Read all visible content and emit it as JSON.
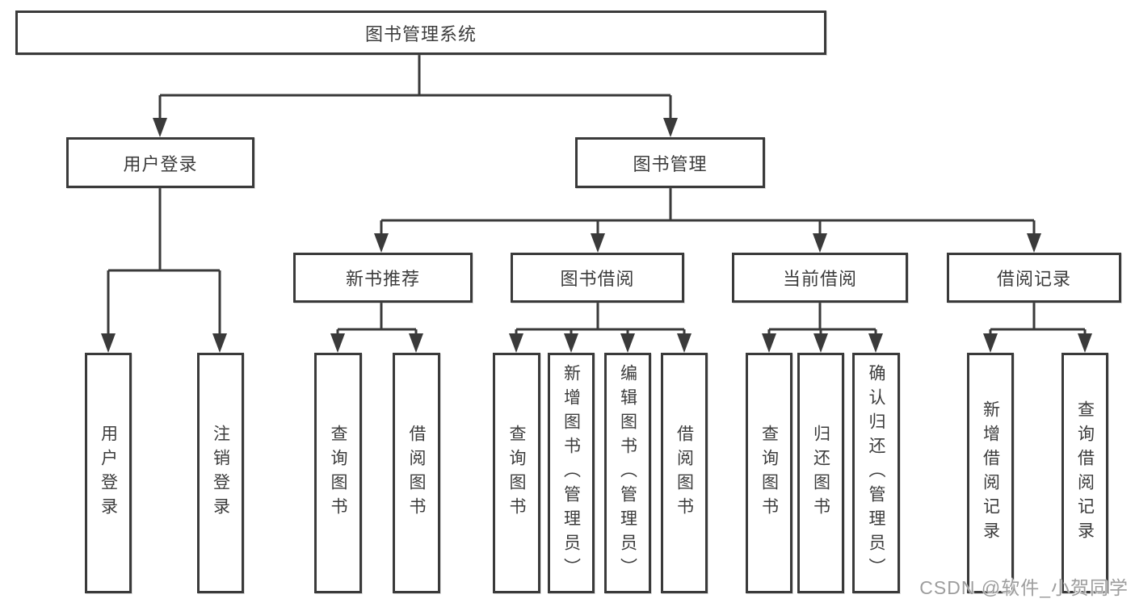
{
  "title": {
    "label": "图书管理系统"
  },
  "branches": [
    {
      "label": "用户登录",
      "leaves": [
        {
          "label": "用户登录"
        },
        {
          "label": "注销登录"
        }
      ]
    },
    {
      "label": "图书管理",
      "groups": [
        {
          "label": "新书推荐",
          "leaves": [
            {
              "label": "查询图书"
            },
            {
              "label": "借阅图书"
            }
          ]
        },
        {
          "label": "图书借阅",
          "leaves": [
            {
              "label": "查询图书"
            },
            {
              "label": "新增图书（管理员）"
            },
            {
              "label": "编辑图书（管理员）"
            },
            {
              "label": "借阅图书"
            }
          ]
        },
        {
          "label": "当前借阅",
          "leaves": [
            {
              "label": "查询图书"
            },
            {
              "label": "归还图书"
            },
            {
              "label": "确认归还（管理员）"
            }
          ]
        },
        {
          "label": "借阅记录",
          "leaves": [
            {
              "label": "新增借阅记录"
            },
            {
              "label": "查询借阅记录"
            }
          ]
        }
      ]
    }
  ],
  "watermark": {
    "text": "CSDN @软件_小贺同学"
  },
  "colors": {
    "line": "#3a3a3a",
    "text": "#3c3c3c",
    "background": "#ffffff",
    "watermark": "#9d9d9d"
  }
}
